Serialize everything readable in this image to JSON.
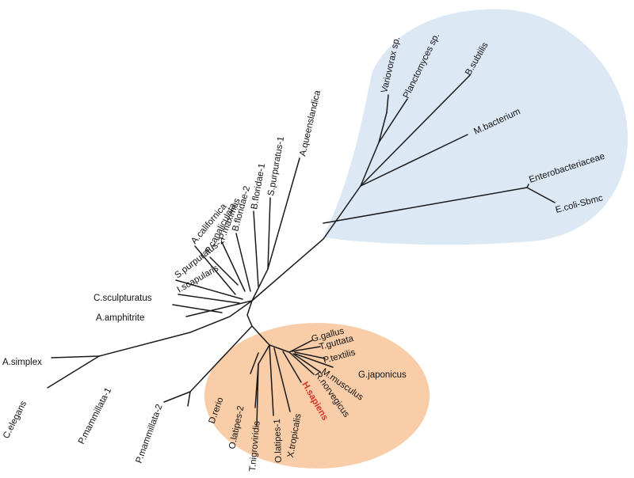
{
  "colors": {
    "bacteria_clade": "#dce8f4",
    "vertebrate_clade": "#f8cda8",
    "branch": "#1a1a1a",
    "label": "#111111",
    "highlight": "#d9342b"
  },
  "clades": [
    {
      "id": "bacteria",
      "color": "#dce8f4"
    },
    {
      "id": "vertebrates",
      "color": "#f8cda8"
    }
  ],
  "taxa": [
    {
      "id": "variovorax",
      "label": "Variovorax sp."
    },
    {
      "id": "planctomyces",
      "label": "Planctomyces sp."
    },
    {
      "id": "bsubtilis",
      "label": "B.subtilis"
    },
    {
      "id": "mbacterium",
      "label": "M.bacterium"
    },
    {
      "id": "enterobacteriaceae",
      "label": "Enterobacteriaceae"
    },
    {
      "id": "ecoli",
      "label": "E.coli-Sbmc"
    },
    {
      "id": "aqueenslandica",
      "label": "A.queenslandica"
    },
    {
      "id": "spurpuratus1",
      "label": "S.purpuratus-1"
    },
    {
      "id": "bfloridae1",
      "label": "B.floridae-1"
    },
    {
      "id": "bfloridae2",
      "label": "B.floridae-2"
    },
    {
      "id": "pmaximus",
      "label": "P.maximus"
    },
    {
      "id": "pcanaliculata",
      "label": "P.canaliculata"
    },
    {
      "id": "acalifornica",
      "label": "A.californica"
    },
    {
      "id": "spurpuratus2",
      "label": "S.purpuratus-2"
    },
    {
      "id": "iscapularis",
      "label": "I.scapularis"
    },
    {
      "id": "csculpturatus",
      "label": "C.sculpturatus"
    },
    {
      "id": "aamphitrite",
      "label": "A.amphitrite"
    },
    {
      "id": "asimplex",
      "label": "A.simplex"
    },
    {
      "id": "celegans",
      "label": "C.elegans"
    },
    {
      "id": "pmammillata1",
      "label": "P.mammillata-1"
    },
    {
      "id": "pmammillata2",
      "label": "P.mammillata-2"
    },
    {
      "id": "drerio",
      "label": "D.rerio"
    },
    {
      "id": "olatipes2",
      "label": "O.latipes-2"
    },
    {
      "id": "tnigroviridis",
      "label": "T.nigroviridis"
    },
    {
      "id": "olatipes1",
      "label": "O.latipes-1"
    },
    {
      "id": "xtropicalis",
      "label": "X.tropicalis"
    },
    {
      "id": "hsapiens",
      "label": "H.sapiens",
      "highlight": true
    },
    {
      "id": "rnorvegicus",
      "label": "R.norvegicus"
    },
    {
      "id": "mmusculus",
      "label": "M.musculus"
    },
    {
      "id": "gjaponicus",
      "label": "G.japonicus"
    },
    {
      "id": "ptextilis",
      "label": "P.textilis"
    },
    {
      "id": "tguttata",
      "label": "T.guttata"
    },
    {
      "id": "ggallus",
      "label": "G.gallus"
    }
  ]
}
